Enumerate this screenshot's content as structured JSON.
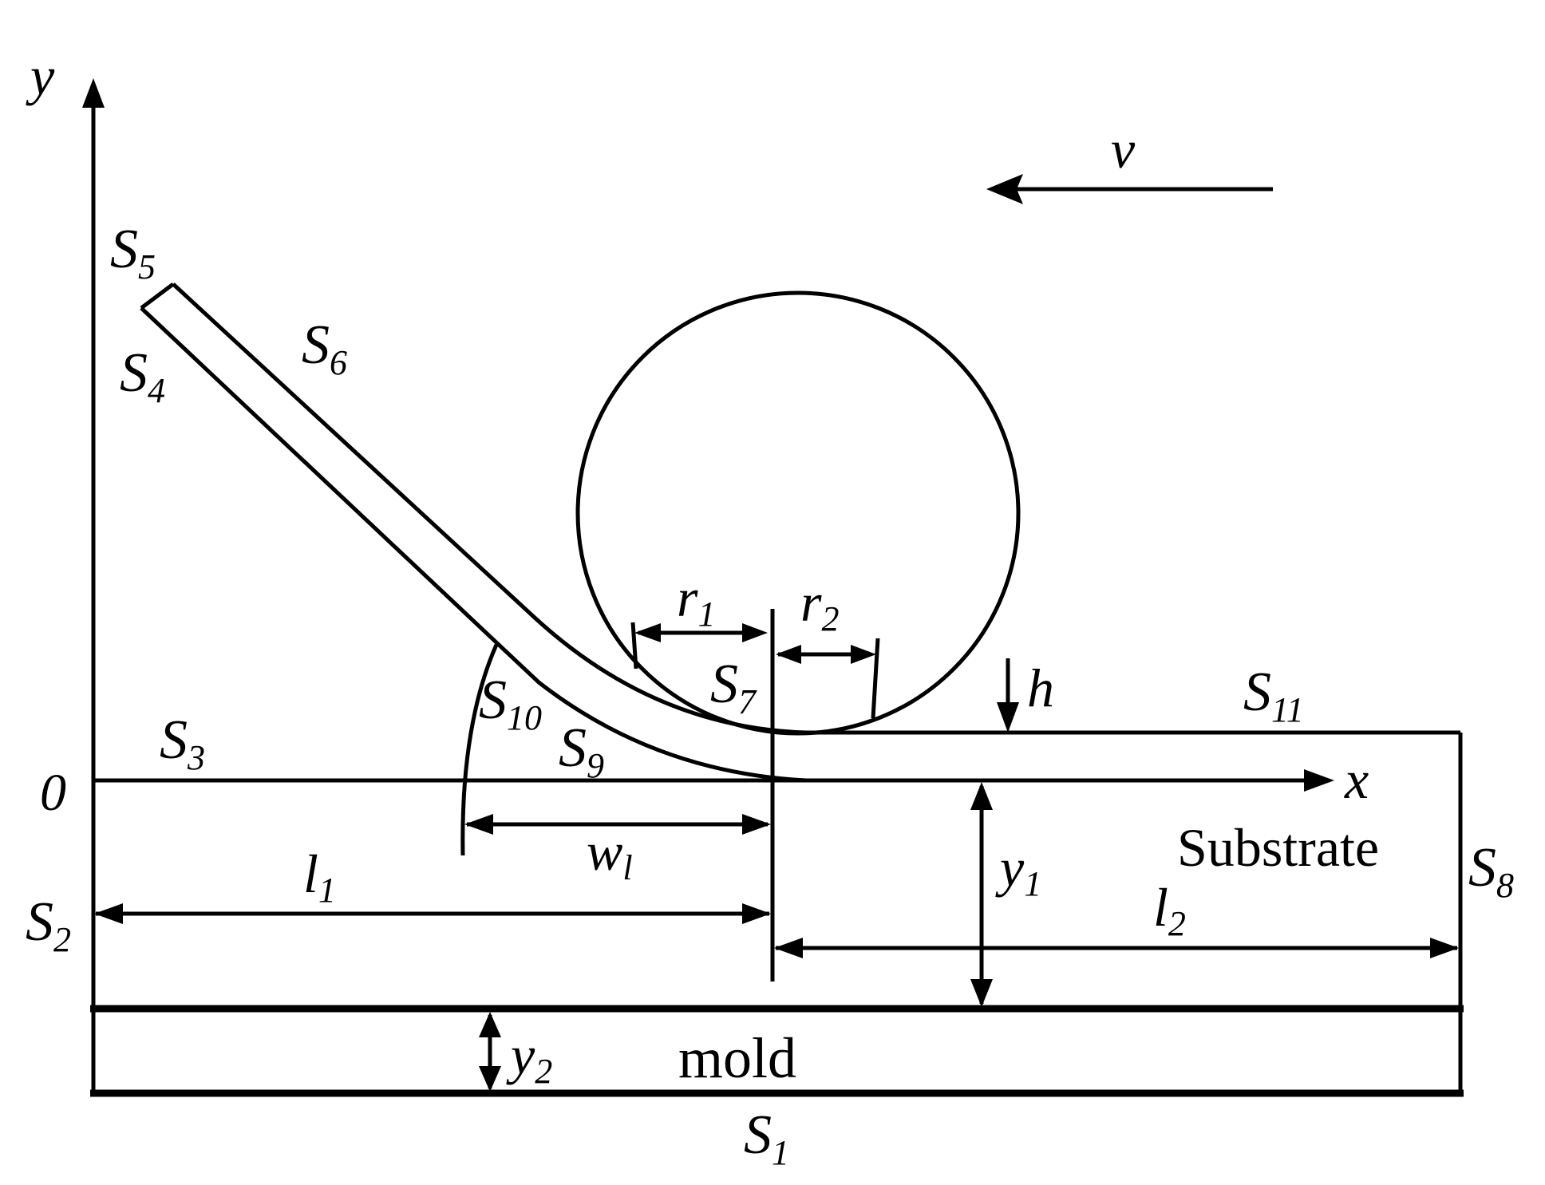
{
  "axes": {
    "x_label": "x",
    "y_label": "y",
    "origin_label": "0"
  },
  "surfaces": {
    "s1": {
      "main": "S",
      "sub": "1"
    },
    "s2": {
      "main": "S",
      "sub": "2"
    },
    "s3": {
      "main": "S",
      "sub": "3"
    },
    "s4": {
      "main": "S",
      "sub": "4"
    },
    "s5": {
      "main": "S",
      "sub": "5"
    },
    "s6": {
      "main": "S",
      "sub": "6"
    },
    "s7": {
      "main": "S",
      "sub": "7"
    },
    "s8": {
      "main": "S",
      "sub": "8"
    },
    "s9": {
      "main": "S",
      "sub": "9"
    },
    "s10": {
      "main": "S",
      "sub": "10"
    },
    "s11": {
      "main": "S",
      "sub": "11"
    }
  },
  "dimensions": {
    "r1": {
      "main": "r",
      "sub": "1"
    },
    "r2": {
      "main": "r",
      "sub": "2"
    },
    "w1": {
      "main": "w",
      "sub": "l"
    },
    "l1": {
      "main": "l",
      "sub": "1"
    },
    "l2": {
      "main": "l",
      "sub": "2"
    },
    "y1": {
      "main": "y",
      "sub": "1"
    },
    "y2": {
      "main": "y",
      "sub": "2"
    },
    "h": "h",
    "v": "v"
  },
  "regions": {
    "substrate": "Substrate",
    "mold": "mold"
  }
}
